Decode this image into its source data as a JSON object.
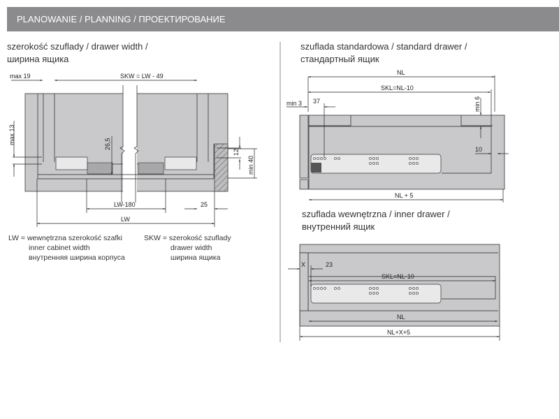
{
  "header": {
    "title": "PLANOWANIE / PLANNING / ПРОЕКТИРОВАНИЕ"
  },
  "left": {
    "title_line1": "szerokość szuflady / drawer width /",
    "title_line2": "ширина ящика",
    "dims": {
      "max19": "max 19",
      "skw": "SKW = LW - 49",
      "max13": "max 13",
      "d265": "26,5",
      "d12": "12",
      "min40": "min 40",
      "lw180": "LW-180",
      "d25": "25",
      "lw": "LW"
    },
    "legend_lw": {
      "key": "LW =",
      "line1": "wewnętrzna szerokość szafki",
      "line2": "inner cabinet width",
      "line3": "внутренняя ширина корпуса"
    },
    "legend_skw": {
      "key": "SKW =",
      "line1": "szerokość szuflady",
      "line2": "drawer width",
      "line3": "ширина ящика"
    }
  },
  "right_top": {
    "title_line1": "szuflada standardowa / standard drawer /",
    "title_line2": "стандартный ящик",
    "dims": {
      "nl": "NL",
      "skl": "SKL=NL-10",
      "min3": "min 3",
      "d37": "37",
      "min6": "min 6",
      "d10": "10",
      "nl5": "NL + 5"
    }
  },
  "right_bottom": {
    "title_line1": "szuflada wewnętrzna / inner drawer /",
    "title_line2": "внутренний ящик",
    "dims": {
      "x": "X",
      "d23": "23",
      "skl": "SKL=NL-10",
      "nl": "NL",
      "nlx5": "NL+X+5"
    }
  }
}
